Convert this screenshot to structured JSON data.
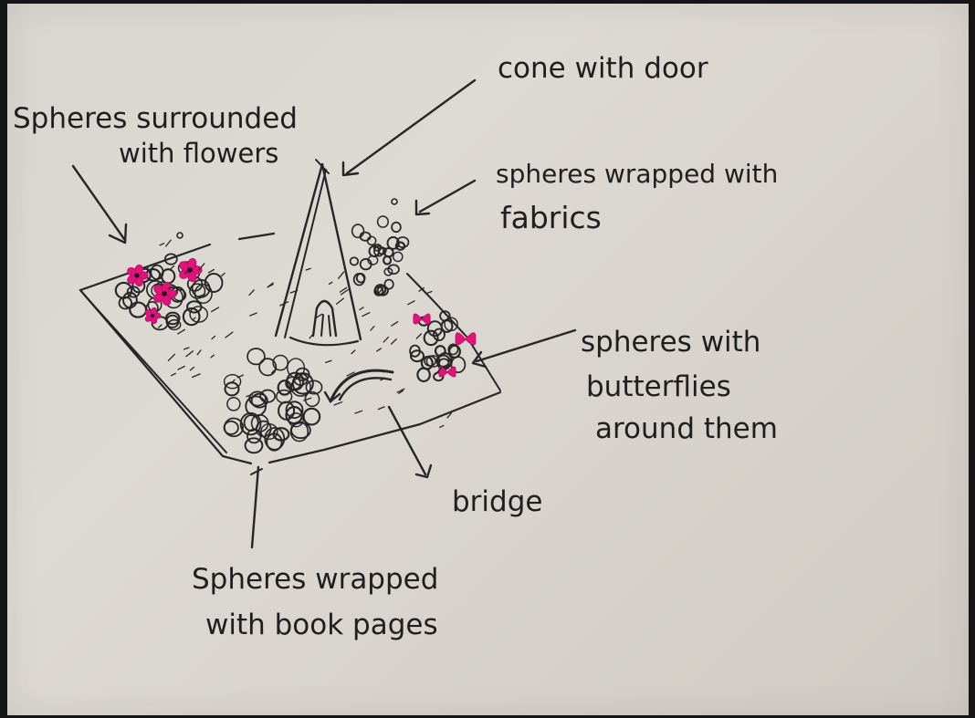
{
  "labels": {
    "spheres_flowers_line1": "Spheres surrounded",
    "spheres_flowers_line2": "with flowers",
    "cone": "cone with door",
    "fabrics_line1": "spheres wrapped with",
    "fabrics_line2": "fabrics",
    "butterflies_line1": "spheres with",
    "butterflies_line2": "butterflies",
    "butterflies_line3": "around them",
    "bridge": "bridge",
    "book_line1": "Spheres wrapped",
    "book_line2": "with book pages"
  },
  "colors": {
    "paper": "#dbd7d1",
    "ink": "#262626",
    "highlight": "#e0147a"
  }
}
